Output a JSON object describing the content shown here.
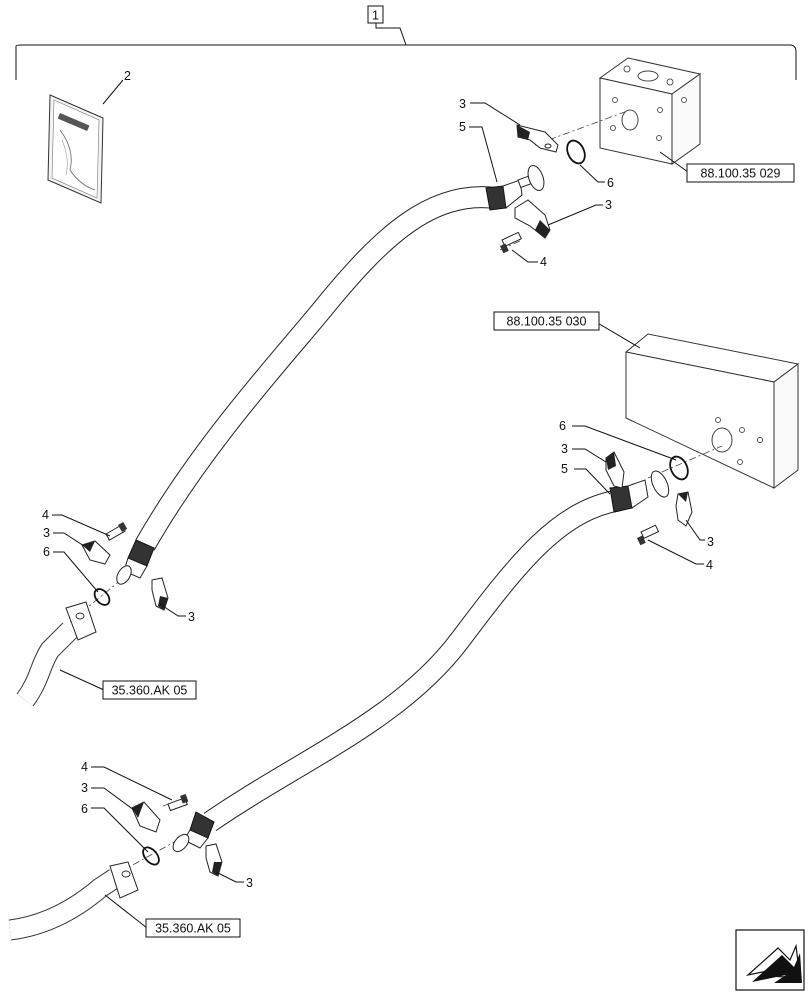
{
  "assembly_number": "1",
  "part_numbers": {
    "manual": "2",
    "clamp": "3",
    "screw": "4",
    "hose": "5",
    "o_ring": "6"
  },
  "references": {
    "valve_upper": "88.100.35 029",
    "valve_lower": "88.100.35 030",
    "pipe_left": "35.360.AK 05",
    "pipe_bottom": "35.360.AK 05"
  },
  "nav_icon": "next-page-arrow-icon"
}
